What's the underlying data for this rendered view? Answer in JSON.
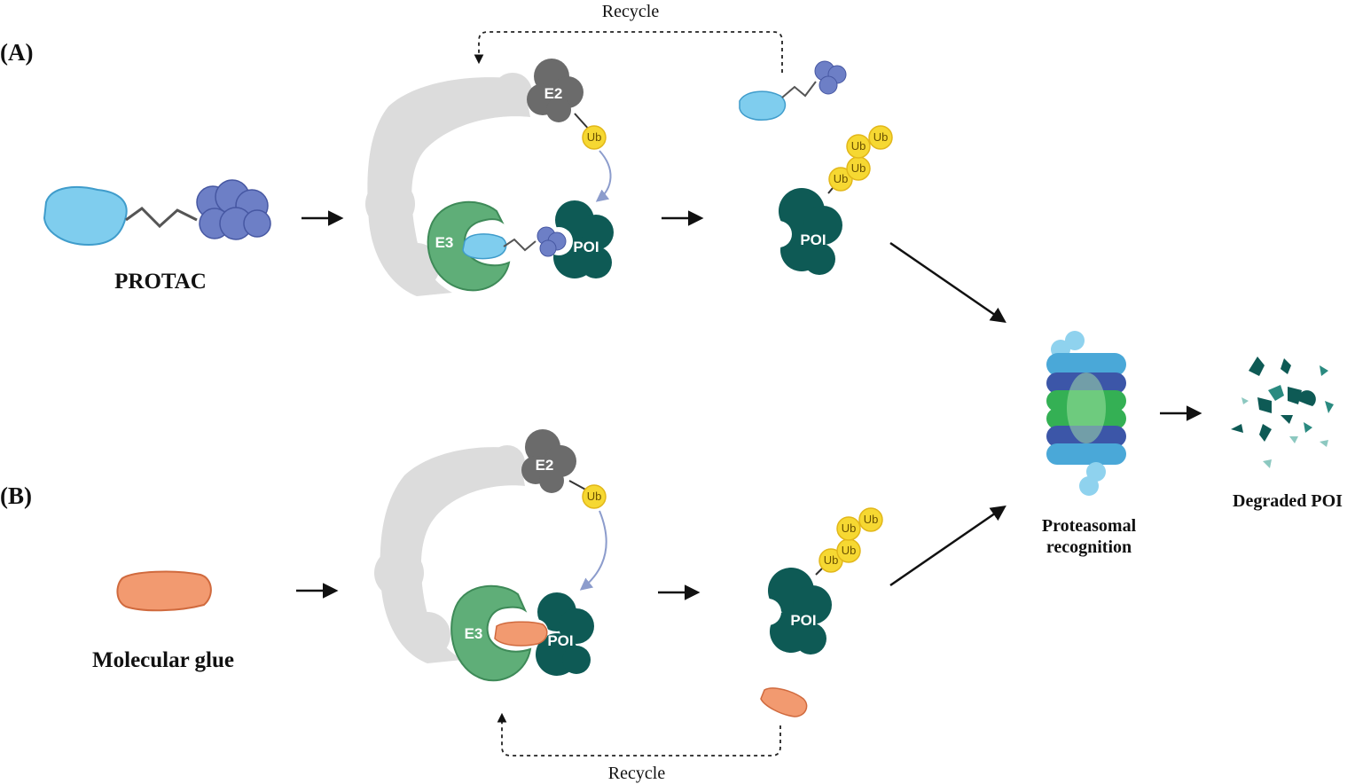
{
  "panels": {
    "a": {
      "label": "(A)",
      "molecule": "PROTAC",
      "recycle": "Recycle"
    },
    "b": {
      "label": "(B)",
      "molecule": "Molecular glue",
      "recycle": "Recycle"
    }
  },
  "proteins": {
    "e2": "E2",
    "e3": "E3",
    "poi": "POI",
    "ub": "Ub"
  },
  "outcomes": {
    "proteasome_line1": "Proteasomal",
    "proteasome_line2": "recognition",
    "degraded": "Degraded  POI"
  },
  "colors": {
    "protac_warhead": "#7fcdee",
    "protac_ligand": "#6d7fc6",
    "glue": "#f29a70",
    "e3": "#5fae78",
    "poi": "#0e5a55",
    "e2": "#6b6b6b",
    "scaffold": "#dcdcdc",
    "ubiquitin": "#f6d832",
    "proteasome_blue": "#4aa8d8",
    "proteasome_green": "#34b054",
    "proteasome_navy": "#3c56a8"
  }
}
